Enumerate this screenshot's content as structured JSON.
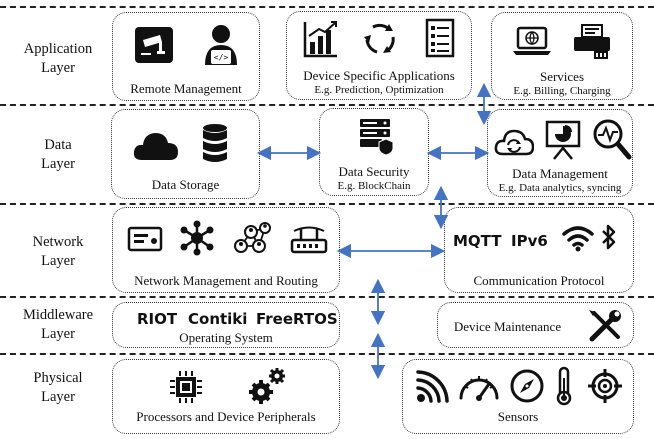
{
  "layers": {
    "application": "Application\nLayer",
    "data": "Data\nLayer",
    "network": "Network\nLayer",
    "middleware": "Middleware\nLayer",
    "physical": "Physical\nLayer"
  },
  "boxes": {
    "remote_management": "Remote Management",
    "device_apps_title": "Device Specific Applications",
    "device_apps_sub": "E.g. Prediction, Optimization",
    "services_title": "Services",
    "services_sub": "E.g. Billing, Charging",
    "data_storage": "Data Storage",
    "data_security_title": "Data Security",
    "data_security_sub": "E.g. BlockChain",
    "data_management_title": "Data Management",
    "data_management_sub": "E.g. Data analytics, syncing",
    "network_management": "Network Management and Routing",
    "communication_protocol": "Communication Protocol",
    "protocol_mqtt": "MQTT",
    "protocol_ipv6": "IPv6",
    "os_riot": "RIOT",
    "os_contiki": "Contiki",
    "os_freertos": "FreeRTOS",
    "operating_system": "Operating System",
    "device_maintenance": "Device Maintenance",
    "processors": "Processors and Device Peripherals",
    "sensors": "Sensors"
  },
  "colors": {
    "arrow": "#4472C4",
    "ink": "#111111"
  }
}
